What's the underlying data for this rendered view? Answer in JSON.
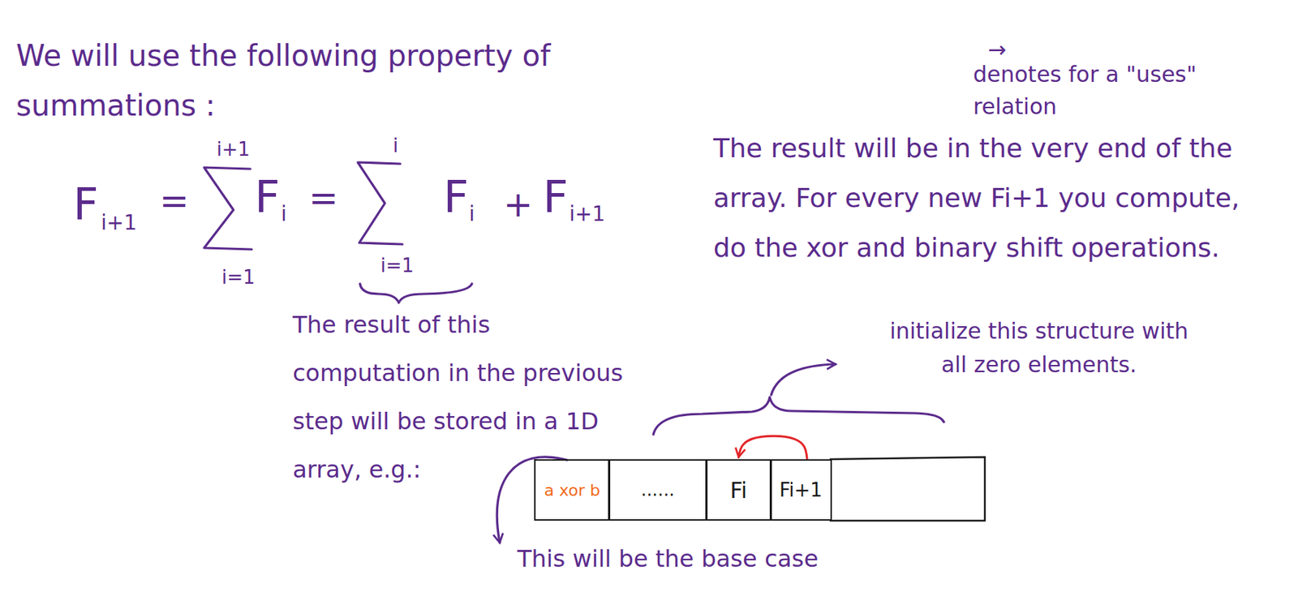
{
  "diagram": {
    "nodes": [
      {
        "text": [
          "a xor b"
        ]
      },
      {
        "text": [
          "......"
        ]
      },
      {
        "text": [
          "Fi"
        ]
      },
      {
        "text": [
          "Fi+1"
        ]
      }
    ],
    "edges": [
      {
        "from": 3,
        "to": 2,
        "arrow": "to"
      }
    ],
    "labels": [
      "We will use the following property of summations :",
      "F",
      "i+1",
      "=",
      "i+1",
      "i=1",
      "F",
      "i",
      "=",
      "i",
      "i=1",
      "F",
      "i",
      "+",
      "F",
      "i+1",
      "The result of this computation in the previous step will be stored in a 1D array, e.g.:",
      "→",
      "denotes for a \"uses\" relation",
      "The result will be in the very end of the array. For every new Fi+1 you compute, do the xor and binary shift operations.",
      "initialize this structure with all zero elements.",
      "This will be the base case"
    ]
  }
}
